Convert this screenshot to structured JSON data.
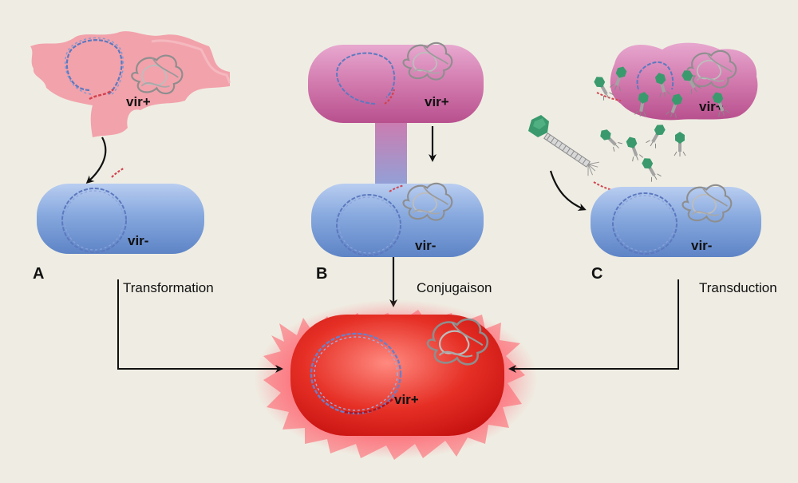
{
  "panels": [
    {
      "letter": "A",
      "process": "Transformation",
      "donor_label": "vir+",
      "recipient_label": "vir-"
    },
    {
      "letter": "B",
      "process": "Conjugaison",
      "donor_label": "vir+",
      "recipient_label": "vir-"
    },
    {
      "letter": "C",
      "process": "Transduction",
      "donor_label": "vir+",
      "recipient_label": "vir-"
    }
  ],
  "result": {
    "label": "vir+"
  },
  "colors": {
    "background": "#efede3",
    "lysed_cell": "#f2a2ab",
    "donor_cell": "#d66fa5",
    "recipient_cell": "#86a8de",
    "result_cell": "#e32424",
    "dna_chromosome": "#5c79bf",
    "dna_gene": "#d2434f",
    "plasmid": "#8e8e8e",
    "phage_head": "#3a9a6e",
    "arrow": "#111111"
  },
  "icons": [
    "chromosome-icon",
    "plasmid-icon",
    "phage-icon",
    "arrow-icon"
  ]
}
